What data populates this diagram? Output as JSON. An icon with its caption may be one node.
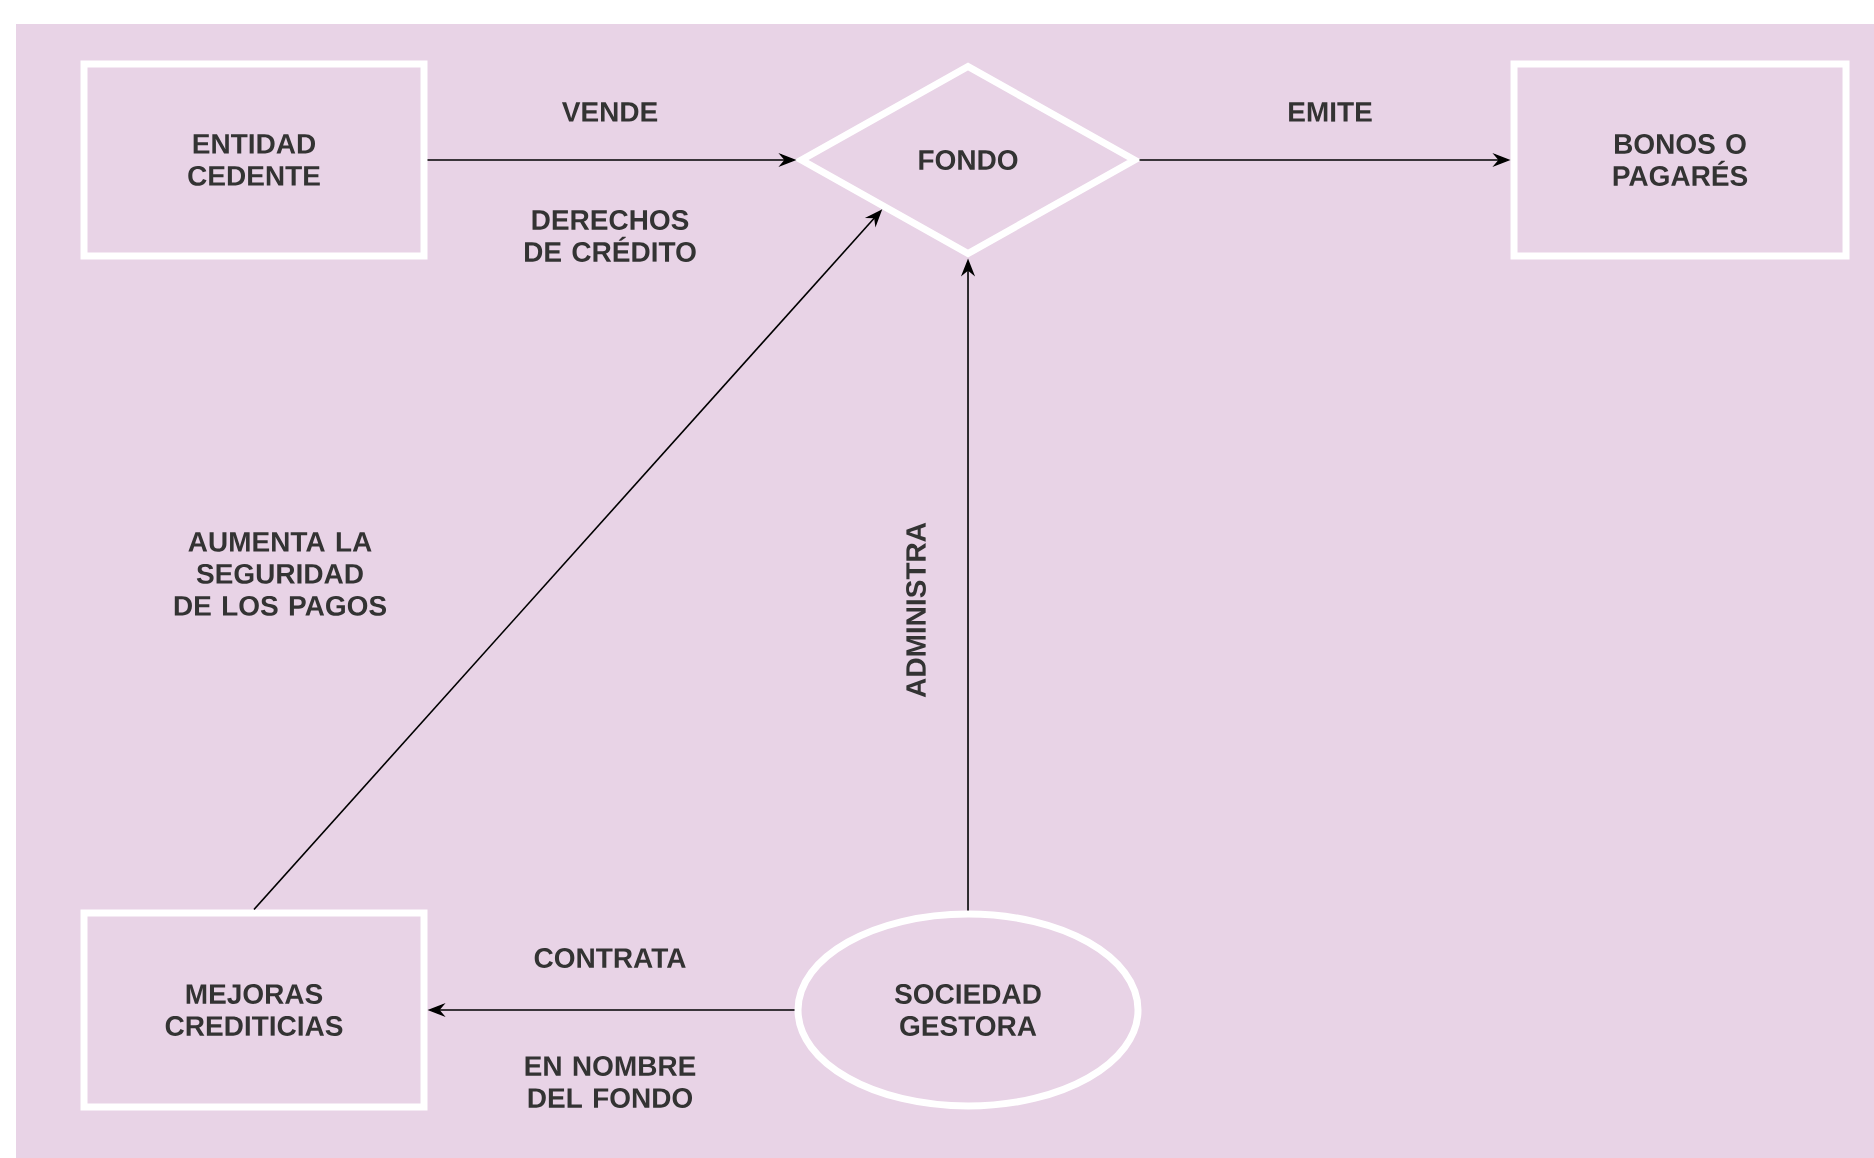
{
  "diagram": {
    "nodes": [
      {
        "text": [
          "ENTIDAD CEDENTE"
        ]
      },
      {
        "text": [
          "FONDO"
        ]
      },
      {
        "text": [
          "BONOS O PAGARÉS"
        ]
      },
      {
        "text": [
          "MEJORAS CREDITICIAS"
        ]
      },
      {
        "text": [
          "SOCIEDAD GESTORA"
        ]
      }
    ],
    "edges": [
      {
        "from": 0,
        "to": 1,
        "arrow": "to",
        "label": "VENDE"
      },
      {
        "from": 1,
        "to": 2,
        "arrow": "to",
        "label": "EMITE"
      },
      {
        "from": 3,
        "to": 1,
        "arrow": "to",
        "label": "AUMENTA LA SEGURIDAD DE LOS PAGOS"
      },
      {
        "from": 4,
        "to": 1,
        "arrow": "to",
        "label": "ADMINISTRA"
      },
      {
        "from": 4,
        "to": 3,
        "arrow": "to",
        "label": "CONTRATA"
      }
    ],
    "labels": [
      "DERECHOS DE CRÉDITO",
      "EN NOMBRE DEL FONDO"
    ]
  }
}
